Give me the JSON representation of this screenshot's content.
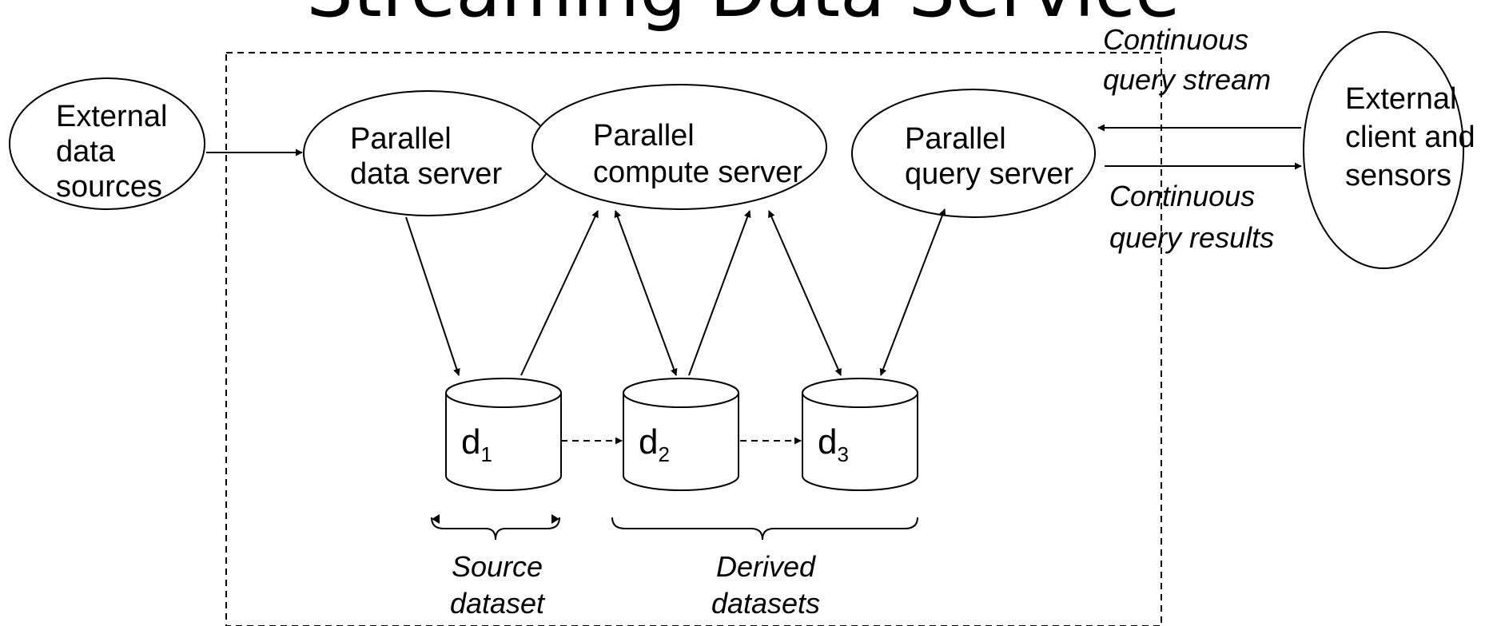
{
  "title": "Streaming Data Service",
  "nodes": {
    "external_sources": [
      "External",
      "data",
      "sources"
    ],
    "data_server": [
      "Parallel",
      "data server"
    ],
    "compute_server": [
      "Parallel",
      "compute server"
    ],
    "query_server": [
      "Parallel",
      "query server"
    ],
    "external_client": [
      "External",
      "client and",
      "sensors"
    ]
  },
  "datasets": [
    {
      "base": "d",
      "sub": "1"
    },
    {
      "base": "d",
      "sub": "2"
    },
    {
      "base": "d",
      "sub": "3"
    }
  ],
  "edge_labels": {
    "query_stream": [
      "Continuous",
      "query stream"
    ],
    "query_results": [
      "Continuous",
      "query results"
    ]
  },
  "brackets": {
    "source": [
      "Source",
      "dataset"
    ],
    "derived": [
      "Derived",
      "datasets"
    ]
  }
}
